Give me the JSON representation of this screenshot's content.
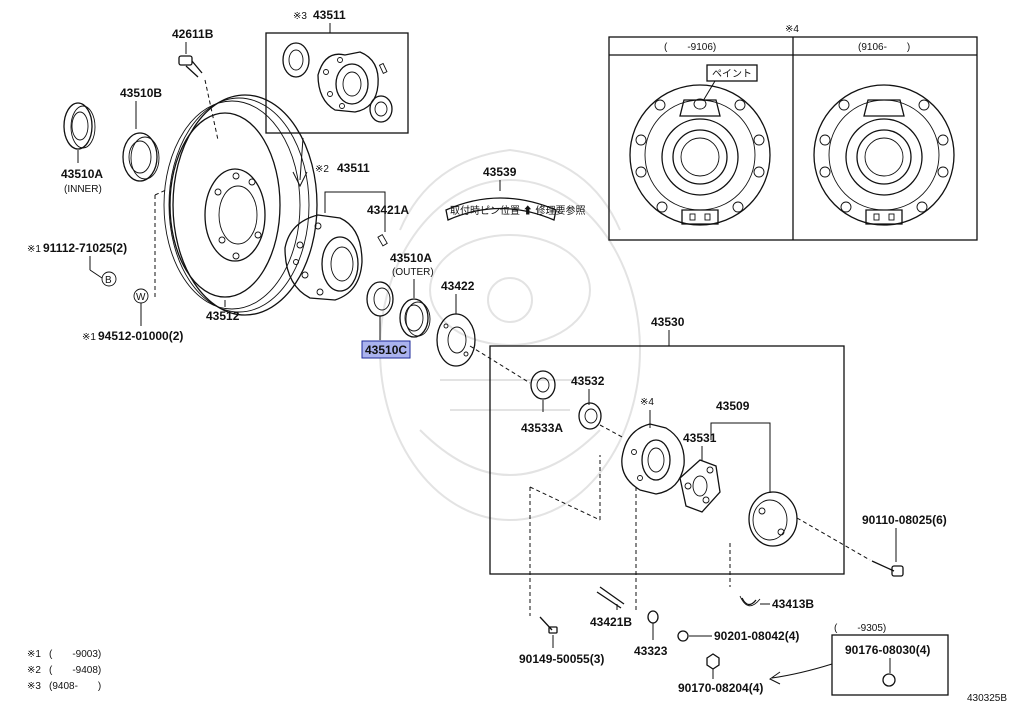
{
  "parts": {
    "p43511_top": "43511",
    "p42611B": "42611B",
    "p43510B": "43510B",
    "p43510A_inner": "43510A",
    "inner_label": "(INNER)",
    "p43511_mid": "43511",
    "p43421A": "43421A",
    "p43539": "43539",
    "p91112": "91112-71025(2)",
    "p43510A_outer": "43510A",
    "outer_label": "(OUTER)",
    "p43422": "43422",
    "p43512": "43512",
    "p94512": "94512-01000(2)",
    "p43510C": "43510C",
    "p43530": "43530",
    "p43532": "43532",
    "p43533A": "43533A",
    "p43509": "43509",
    "p43531": "43531",
    "p90110": "90110-08025(6)",
    "p43413B": "43413B",
    "p43421B": "43421B",
    "p90201": "90201-08042(4)",
    "p90149": "90149-50055(3)",
    "p43323": "43323",
    "p90176": "90176-08030(4)",
    "p90170": "90170-08204(4)"
  },
  "markers": {
    "m3_top": "※3",
    "m2_mid": "※2",
    "m1_a": "※1",
    "m1_b": "※1",
    "m4_flange": "※4",
    "m4_box": "※4"
  },
  "circle_letters": {
    "b": "B",
    "w": "W"
  },
  "ranges": {
    "box4_left": "(　　-9106)",
    "box4_right": "(9106-　　)",
    "bolt_box": "(　　-9305)"
  },
  "paint_label": "ペイント",
  "banner_text": "取付時ピン位置 ⬆ 修理要参照",
  "legend": [
    {
      "mark": "※1",
      "range": "(　　-9003)"
    },
    {
      "mark": "※2",
      "range": "(　　-9408)"
    },
    {
      "mark": "※3",
      "range": "(9408-　　)"
    }
  ],
  "diagram_id": "430325B",
  "colors": {
    "highlight_fill": "#aab2ee",
    "highlight_border": "#1d2a9a",
    "ink": "#111111",
    "watermark": "#e3e3e3"
  }
}
